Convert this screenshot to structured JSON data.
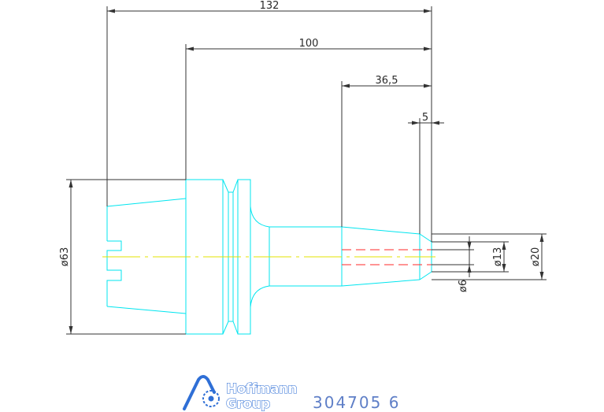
{
  "dimensions": {
    "overall_length": "132",
    "shank_length": "100",
    "taper_length": "36,5",
    "tip_length": "5",
    "flange_diameter": "ø63",
    "diameter_20": "ø20",
    "diameter_13": "ø13",
    "diameter_6": "ø6"
  },
  "logo": {
    "line1": "Hoffmann",
    "line2": "Group"
  },
  "part_number": "304705 6",
  "colors": {
    "outline": "#00e5ef",
    "dimension": "#333333",
    "centerline": "#e3e300",
    "hidden": "#ff2a2a",
    "logo": "#2f6fd6",
    "part_number": "#5f7fc7"
  }
}
